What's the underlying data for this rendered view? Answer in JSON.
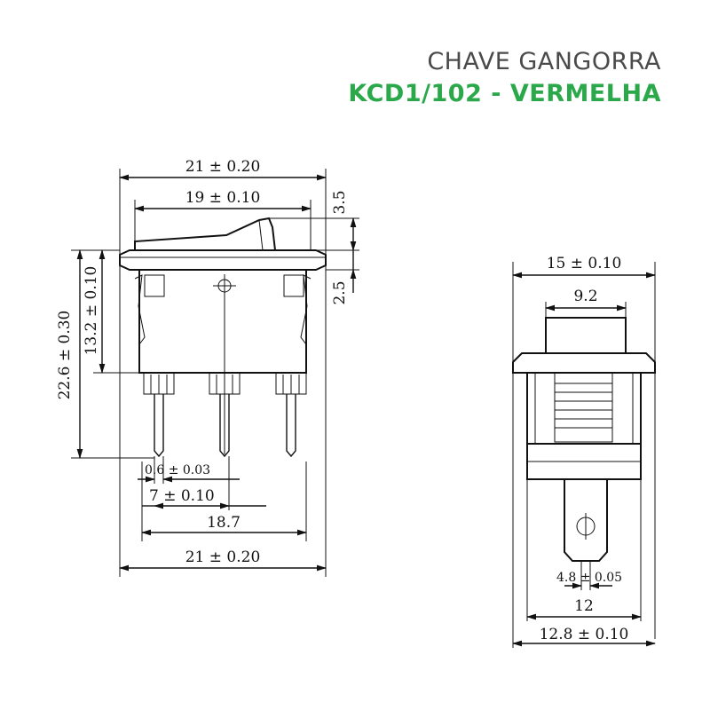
{
  "header": {
    "title": "CHAVE GANGORRA",
    "subtitle": "KCD1/102 - VERMELHA"
  },
  "colors": {
    "title": "#4a4a4a",
    "subtitle": "#2aa84a",
    "lines": "#111111"
  },
  "front_view": {
    "dims": {
      "top_width_outer": "21 ± 0.20",
      "top_width_inner": "19 ± 0.10",
      "rocker_height": "3.5",
      "flange_height": "2.5",
      "total_height": "22.6 ± 0.30",
      "body_height": "13.2 ± 0.10",
      "terminal_width": "0.6 ± 0.03",
      "terminal_pitch": "7 ± 0.10",
      "terminal_span": "18.7",
      "bottom_width": "21 ± 0.20"
    }
  },
  "side_view": {
    "dims": {
      "top_width": "15 ± 0.10",
      "rocker_width": "9.2",
      "terminal_width": "4.8 ± 0.05",
      "body_width": "12",
      "bottom_width": "12.8 ± 0.10"
    }
  }
}
